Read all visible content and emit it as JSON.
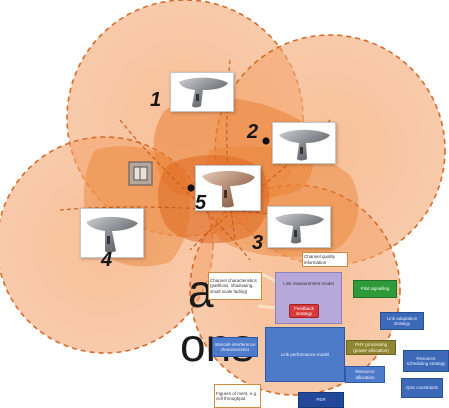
{
  "cut_text": {
    "line1": "a-",
    "line2": "ons"
  },
  "nodes": {
    "n1": "1",
    "n2": "2",
    "n3": "3",
    "n4": "4",
    "n5": "5"
  },
  "blocks": {
    "channel_quality": "Channel quality information",
    "channel_characteristics": "Channel characteristics (pathloss, shadowing, small scale fading)",
    "link_measurement": "Link measurement model",
    "feedback_strategy": "Feedback strategy",
    "pilot_signalling": "Pilot signalling",
    "link_adaptation": "Link adaptation strategy",
    "intercell_interference": "Intercell-interference characteristics",
    "link_performance": "Link performance model",
    "phy_processing": "PHY processing (power allocation)",
    "resource_scheduling": "Resource scheduling strategy",
    "resource_allocation": "Resource allocation",
    "qos_constraints": "QoS constraints",
    "figures_of_merit": "Figures of merit, e.g. cell throughput",
    "per": "PER"
  },
  "colors": {
    "coverage_fill": "#f4a26a",
    "coverage_edge": "#d76b2a",
    "overlap_fill": "#e98236",
    "center_fill": "#de6820",
    "block_blue": "#4d7ac9",
    "block_green": "#2f9a3a",
    "block_olive": "#8f8634",
    "block_lavender": "#b6a8d8",
    "block_red": "#d9393b"
  }
}
